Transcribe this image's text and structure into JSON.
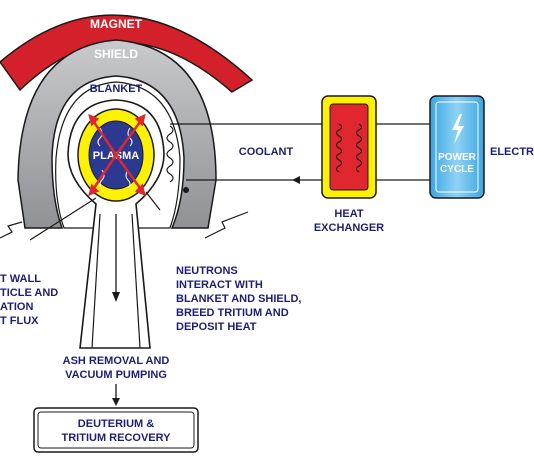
{
  "labels": {
    "magnet": "MAGNET",
    "shield": "SHIELD",
    "blanket": "BLANKET",
    "plasma": "PLASMA",
    "coolant": "COOLANT",
    "heat_exchanger": [
      "HEAT",
      "EXCHANGER"
    ],
    "power_cycle": [
      "POWER",
      "CYCLE"
    ],
    "electricity": "ELECTR",
    "first_wall": [
      "T WALL",
      "TICLE AND",
      "ATION",
      "T FLUX"
    ],
    "neutrons": [
      "NEUTRONS",
      "INTERACT WITH",
      "BLANKET AND SHIELD,",
      "BREED TRITIUM AND",
      "DEPOSIT HEAT"
    ],
    "ash_removal": [
      "ASH REMOVAL AND",
      "VACUUM PUMPING"
    ],
    "recovery": [
      "DEUTERIUM &",
      "TRITIUM RECOVERY"
    ]
  },
  "icons": {
    "power_cycle": "lightning-bolt-icon"
  },
  "colors": {
    "navy_text": "#1d1f72",
    "magnet_red": "#d4202b",
    "shield_gray": "#a7a9ac",
    "plasma_blue": "#2b3990",
    "plasma_yellow": "#fff200",
    "exchanger_red": "#e0262e",
    "power_blue": "#4fb3e8"
  }
}
